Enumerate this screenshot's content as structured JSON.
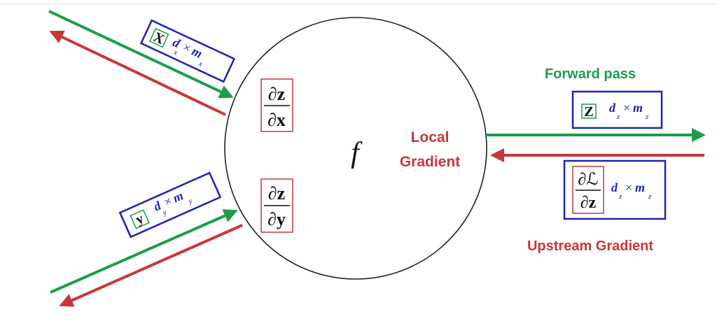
{
  "colors": {
    "green": "#1a9e4a",
    "red": "#c8363a",
    "blue": "#1d22b8",
    "black": "#111111"
  },
  "node": {
    "function_symbol": "f",
    "local_gradient_line1": "Local",
    "local_gradient_line2": "Gradient",
    "dz_dx": {
      "numerator": "∂z",
      "denominator": "∂x"
    },
    "dz_dy": {
      "numerator": "∂z",
      "denominator": "∂y"
    }
  },
  "input_x": {
    "symbol": "X",
    "dim_d": "d",
    "dim_d_sub": "x",
    "times": "×",
    "dim_m": "m",
    "dim_m_sub": "x"
  },
  "input_y": {
    "symbol": "y",
    "dim_d": "d",
    "dim_d_sub": "y",
    "times": "×",
    "dim_m": "m",
    "dim_m_sub": "y"
  },
  "output_z": {
    "symbol": "Z",
    "dim_d": "d",
    "dim_d_sub": "z",
    "times": "×",
    "dim_m": "m",
    "dim_m_sub": "z"
  },
  "upstream": {
    "numerator": "∂ℒ",
    "denominator": "∂z",
    "dim_d": "d",
    "dim_d_sub": "z",
    "times": "×",
    "dim_m": "m",
    "dim_m_sub": "z"
  },
  "labels": {
    "forward_pass": "Forward pass",
    "upstream_gradient": "Upstream Gradient"
  }
}
